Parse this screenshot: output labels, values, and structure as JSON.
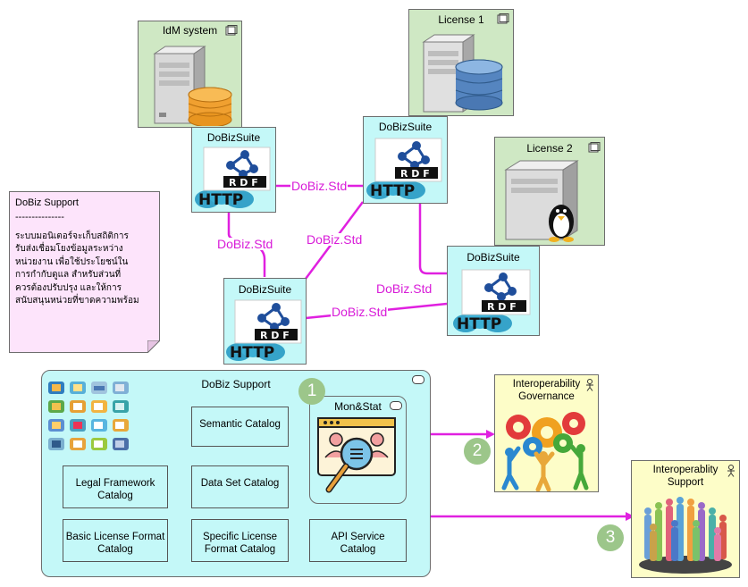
{
  "nodes": {
    "idm": {
      "label": "IdM system"
    },
    "license1": {
      "label": "License 1"
    },
    "license2": {
      "label": "License 2"
    },
    "dobiz1": {
      "label": "DoBizSuite"
    },
    "dobiz2": {
      "label": "DoBizSuite"
    },
    "dobiz3": {
      "label": "DoBizSuite"
    },
    "dobiz4": {
      "label": "DoBizSuite"
    }
  },
  "badge": {
    "rdf": "R D F",
    "http": "HTTP"
  },
  "edges": {
    "e1": "DoBiz.Std",
    "e2": "DoBiz.Std",
    "e3": "DoBiz.Std",
    "e4": "DoBiz.Std",
    "e5": "DoBiz.Std"
  },
  "note": {
    "title": "DoBiz Support",
    "divider": "---------------",
    "body": "ระบบมอนิเตอร์จะเก็บสถิติการ\nรับส่งเชื่อมโยงข้อมูลระหว่าง\nหน่วยงาน เพื่อใช้ประโยชน์ใน\nการกำกับดูแล สำหรับส่วนที่\nควรต้องปรับปรุง และให้การ\nสนับสนุนหน่วยที่ขาดความพร้อม"
  },
  "support": {
    "title": "DoBiz Support",
    "monstat": "Mon&Stat",
    "catalogs": {
      "semantic": "Semantic Catalog",
      "legal": "Legal Framework\nCatalog",
      "dataset": "Data Set Catalog",
      "basic_license": "Basic License Format\nCatalog",
      "specific_license": "Specific License\nFormat Catalog",
      "api": "API Service\nCatalog"
    }
  },
  "actors": {
    "governance": "Interoperability\nGovernance",
    "support": "Interoperablity\nSupport"
  },
  "numbers": {
    "n1": "1",
    "n2": "2",
    "n3": "3"
  },
  "colors": {
    "connector": "#e020e0",
    "cyan": "#c4f8f8",
    "green": "#cfe8c4",
    "yellow": "#fdfdc8",
    "note": "#fde4fb",
    "badge": "#9cc68a"
  }
}
